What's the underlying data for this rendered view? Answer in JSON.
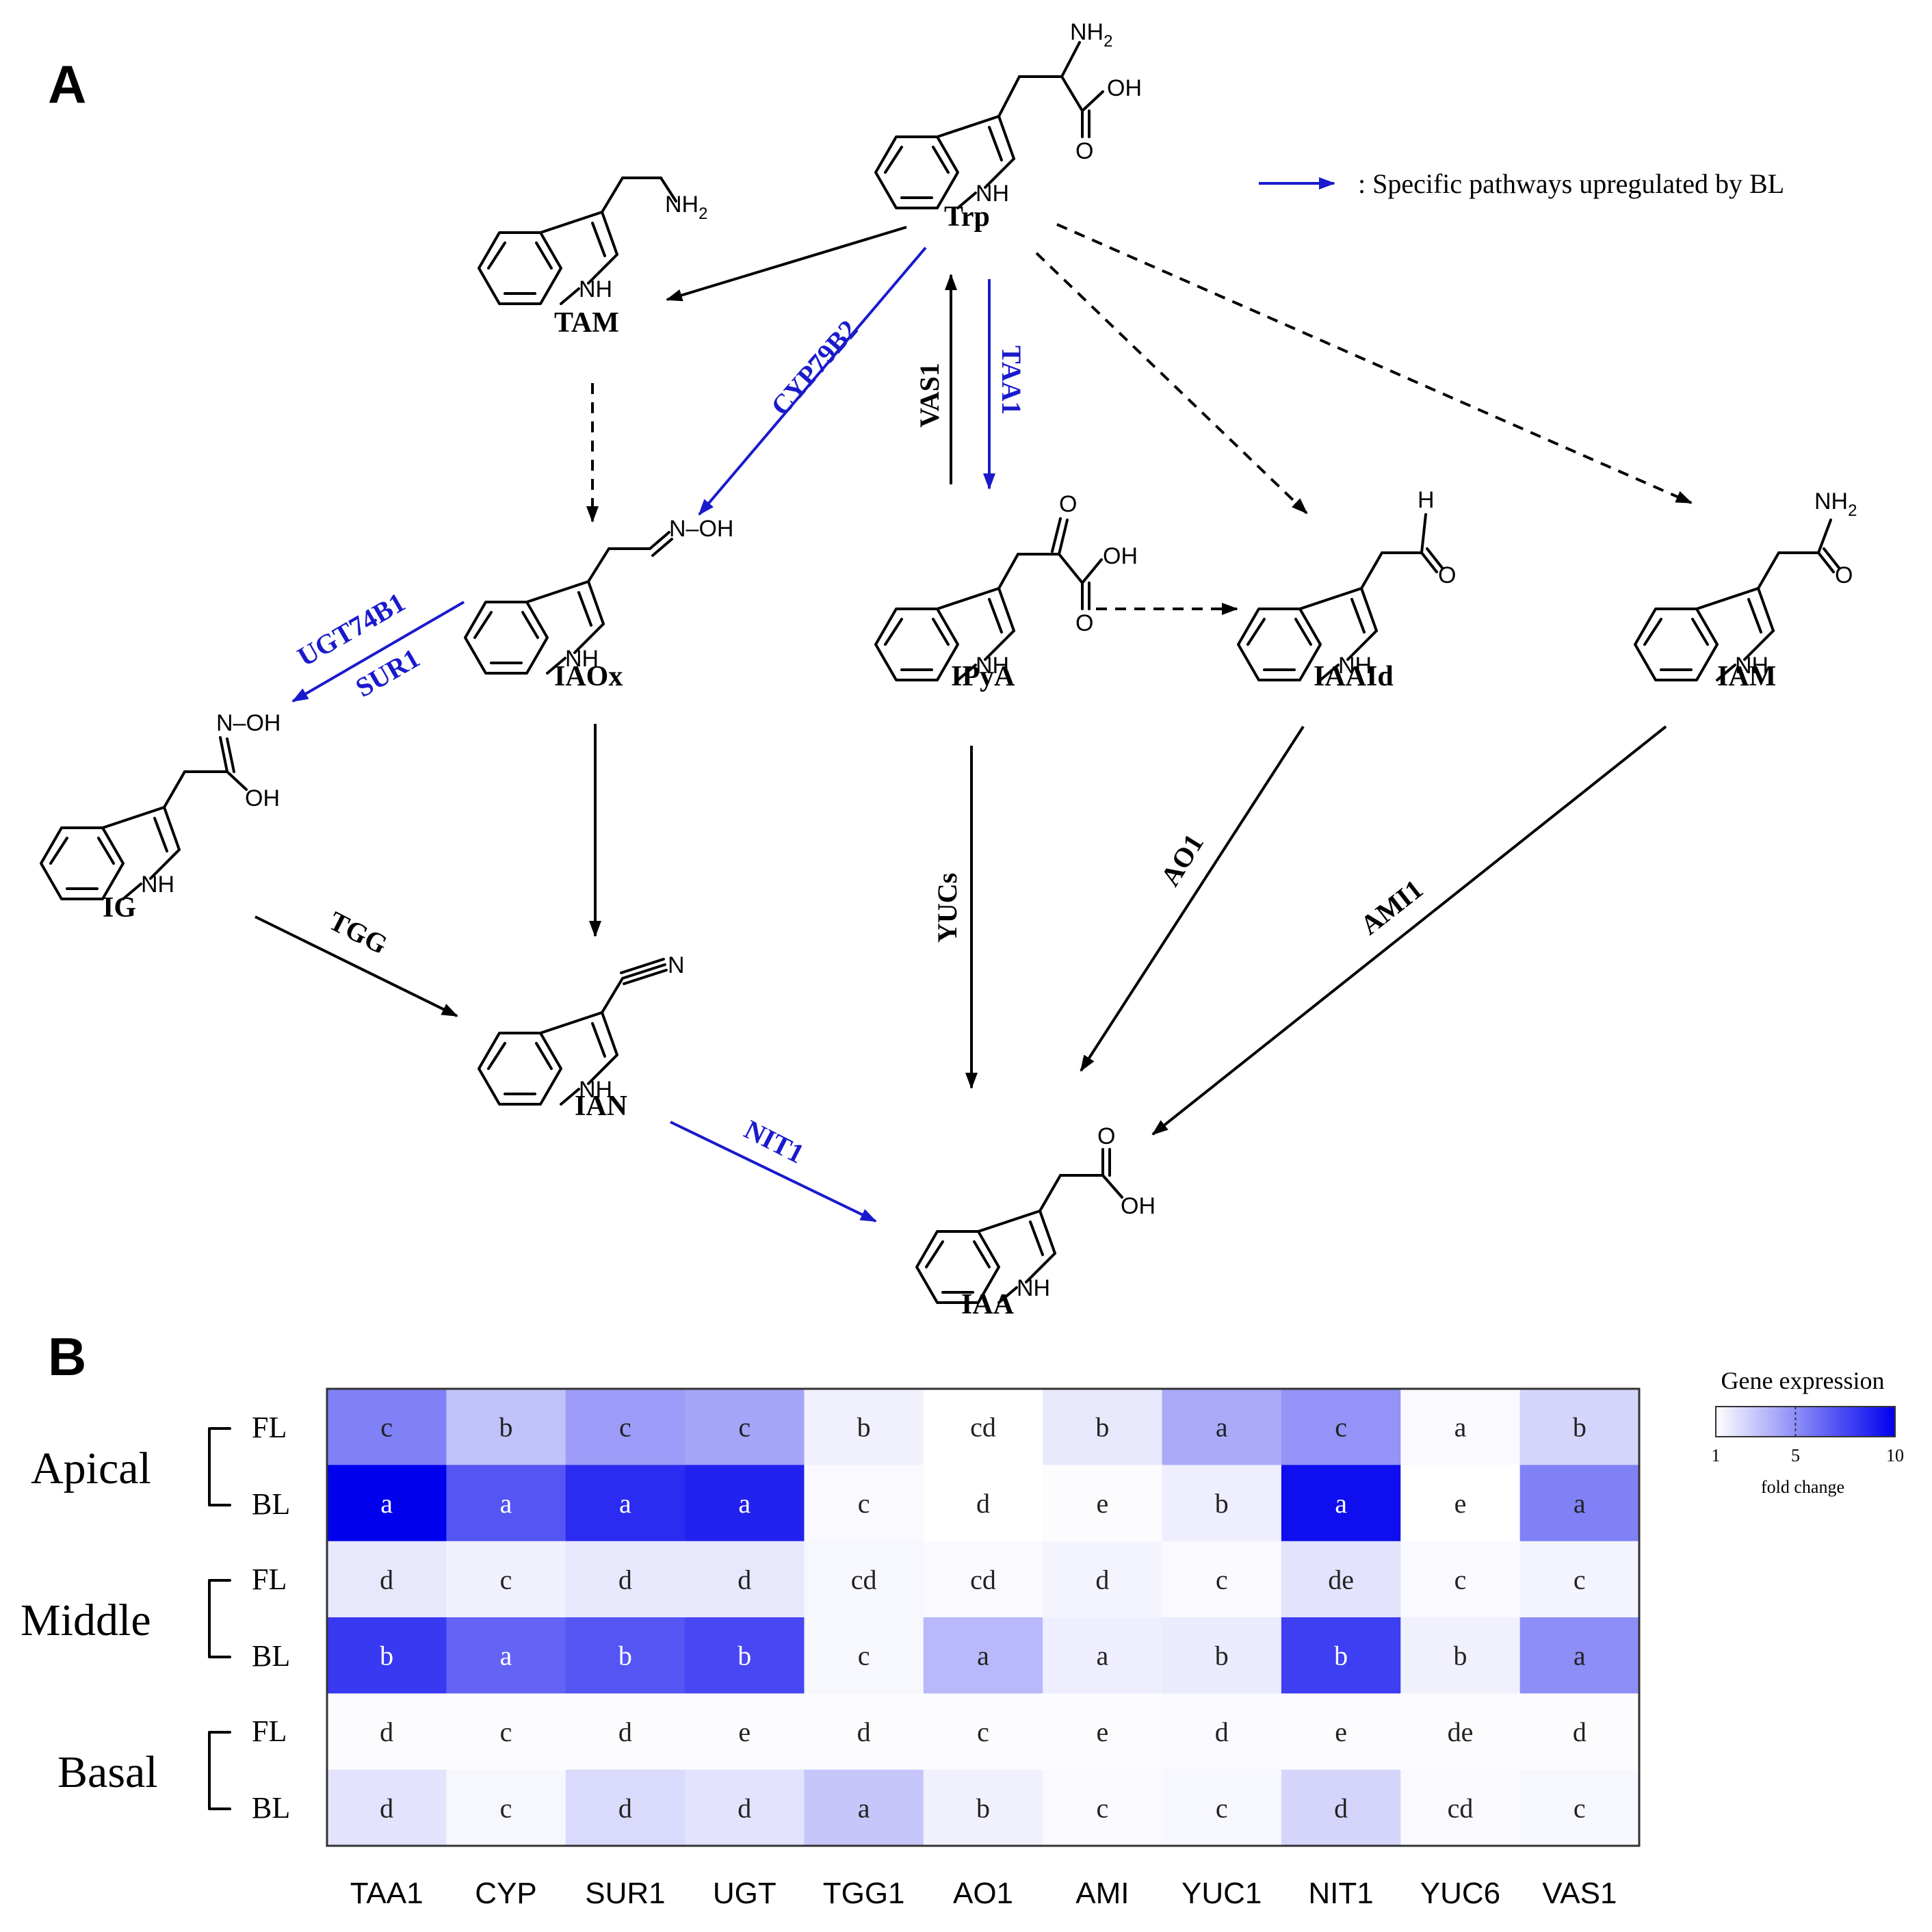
{
  "panel_a": {
    "letter": "A",
    "legend_text": ": Specific pathways upregulated by BL",
    "colors": {
      "upregulated": "#1a1acc",
      "normal": "#000000"
    },
    "compounds": {
      "trp": "Trp",
      "tam": "TAM",
      "iaox": "IAOx",
      "ipya": "IPyA",
      "iaald": "IAAId",
      "iam": "IAM",
      "ig": "IG",
      "ian": "IAN",
      "iaa": "IAA"
    },
    "enzymes": {
      "cyp79b2": "CYP79B2",
      "vas1": "VAS1",
      "taa1": "TAA1",
      "ugt74b1": "UGT74B1",
      "sur1": "SUR1",
      "tgg": "TGG",
      "yucs": "YUCs",
      "ao1": "AO1",
      "ami1": "AMI1",
      "nit1": "NIT1"
    },
    "atoms": {
      "nh": "NH",
      "nh2": "NH",
      "sub2": "2",
      "oh": "OH",
      "o": "O",
      "h": "H",
      "n": "N",
      "n_oh": "N–OH"
    }
  },
  "panel_b": {
    "letter": "B",
    "colorbar": {
      "title": "Gene expression",
      "min_label": "1",
      "mid_label": "5",
      "max_label": "10",
      "caption": "fold change",
      "min": 1,
      "mid": 5,
      "max": 10,
      "low_color": "#ffffff",
      "high_color": "#0000ee"
    },
    "regions": [
      "Apical",
      "Middle",
      "Basal"
    ],
    "treatments": [
      "FL",
      "BL",
      "FL",
      "BL",
      "FL",
      "BL"
    ],
    "genes": [
      "TAA1",
      "CYP",
      "SUR1",
      "UGT",
      "TGG1",
      "AO1",
      "AMI",
      "YUC1",
      "NIT1",
      "YUC6",
      "VAS1"
    ],
    "fold_change": [
      [
        5.5,
        3.2,
        4.5,
        4.2,
        1.5,
        1.0,
        1.8,
        4.0,
        4.8,
        1.2,
        2.5
      ],
      [
        10.0,
        7.0,
        8.5,
        8.8,
        1.2,
        1.0,
        1.1,
        1.6,
        9.5,
        1.0,
        5.5
      ],
      [
        1.8,
        1.5,
        1.8,
        1.8,
        1.3,
        1.2,
        1.4,
        1.2,
        2.0,
        1.2,
        1.4
      ],
      [
        8.0,
        6.5,
        7.0,
        7.5,
        1.3,
        3.5,
        1.6,
        1.7,
        7.8,
        1.5,
        5.0
      ],
      [
        1.1,
        1.1,
        1.1,
        1.1,
        1.1,
        1.1,
        1.1,
        1.2,
        1.1,
        1.1,
        1.1
      ],
      [
        2.0,
        1.3,
        2.3,
        2.0,
        3.0,
        1.5,
        1.2,
        1.3,
        2.5,
        1.2,
        1.3
      ]
    ],
    "letters": [
      [
        "c",
        "b",
        "c",
        "c",
        "b",
        "cd",
        "b",
        "a",
        "c",
        "a",
        "b"
      ],
      [
        "a",
        "a",
        "a",
        "a",
        "c",
        "d",
        "e",
        "b",
        "a",
        "e",
        "a"
      ],
      [
        "d",
        "c",
        "d",
        "d",
        "cd",
        "cd",
        "d",
        "c",
        "de",
        "c",
        "c"
      ],
      [
        "b",
        "a",
        "b",
        "b",
        "c",
        "a",
        "a",
        "b",
        "b",
        "b",
        "a"
      ],
      [
        "d",
        "c",
        "d",
        "e",
        "d",
        "c",
        "e",
        "d",
        "e",
        "de",
        "d"
      ],
      [
        "d",
        "c",
        "d",
        "d",
        "a",
        "b",
        "c",
        "c",
        "d",
        "cd",
        "c"
      ]
    ]
  }
}
